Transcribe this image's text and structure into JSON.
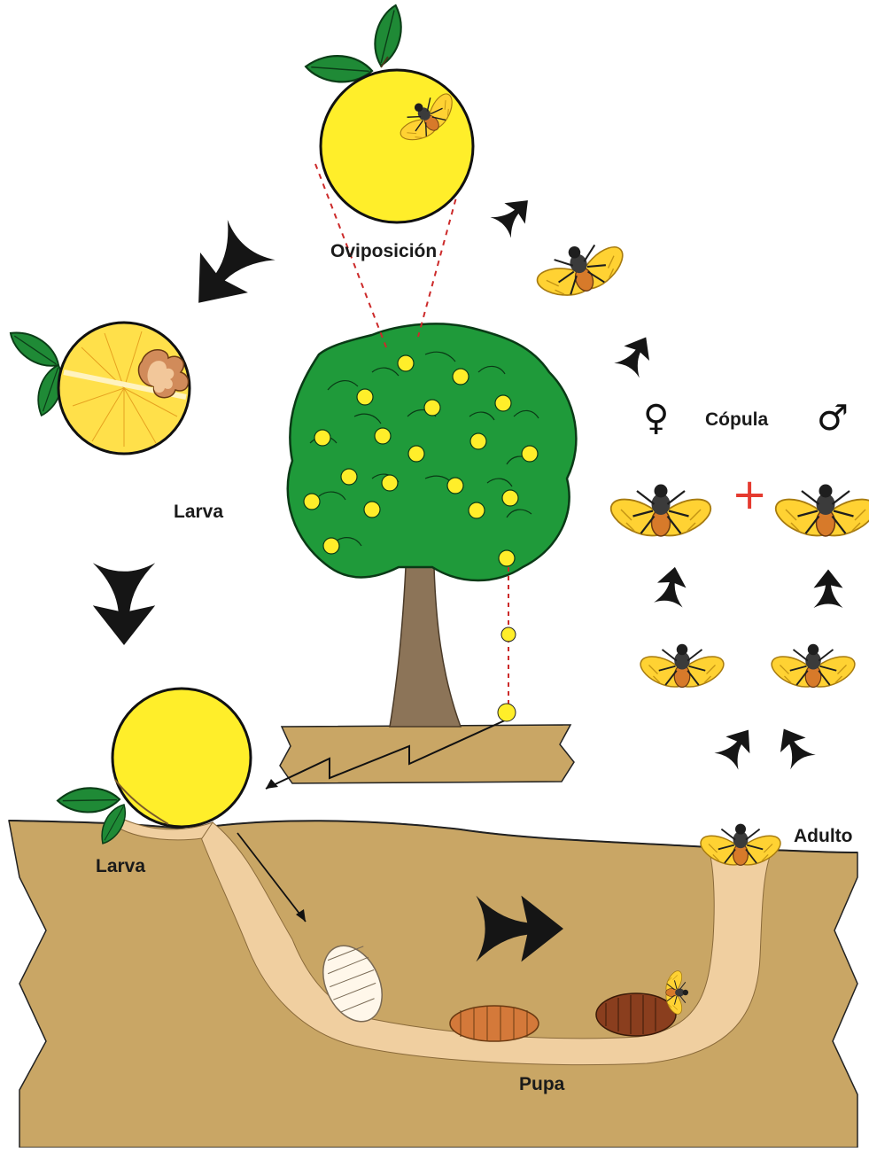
{
  "labels": {
    "oviposition": "Oviposición",
    "larva_top": "Larva",
    "copula": "Cópula",
    "larva_soil": "Larva",
    "adult": "Adulto",
    "pupa": "Pupa"
  },
  "symbols": {
    "female": "♀",
    "male": "♂",
    "plus": "+"
  },
  "colors": {
    "fruit": "#ffee2a",
    "leaf": "#1f8a36",
    "tree_crown": "#1f9a3a",
    "trunk": "#8c7458",
    "soil": "#c9a665",
    "tunnel": "#f0cfa0",
    "arrow": "#151515",
    "drop_line": "#cc2a2a",
    "fly_wing": "#ffcf2e"
  }
}
